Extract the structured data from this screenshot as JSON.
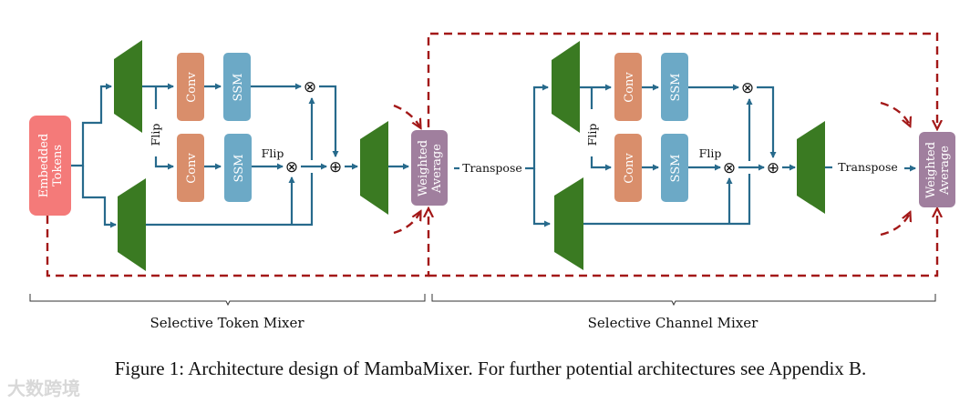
{
  "figure": {
    "caption": "Figure 1: Architecture design of MambaMixer. For further potential architectures see Appendix B.",
    "watermark": "大数跨境"
  },
  "colors": {
    "embedded": "#f47a79",
    "conv": "#d98e6b",
    "ssm": "#6ca9c6",
    "projection": "#3a7a22",
    "weighted": "#a07f9e",
    "flow": "#276a8c",
    "residual": "#a31818"
  },
  "token_mixer": {
    "section_label": "Selective Token Mixer",
    "input_label_line1": "Embedded",
    "input_label_line2": "Tokens",
    "conv_top": "Conv",
    "ssm_top": "SSM",
    "conv_bottom": "Conv",
    "ssm_bottom": "SSM",
    "flip_left": "Flip",
    "flip_right": "Flip",
    "multiply_symbol": "⊗",
    "add_symbol": "⊕",
    "weighted_line1": "Weighted",
    "weighted_line2": "Average",
    "transpose": "Transpose"
  },
  "channel_mixer": {
    "section_label": "Selective Channel Mixer",
    "conv_top": "Conv",
    "ssm_top": "SSM",
    "conv_bottom": "Conv",
    "ssm_bottom": "SSM",
    "flip_left": "Flip",
    "flip_right": "Flip",
    "multiply_symbol": "⊗",
    "add_symbol": "⊕",
    "weighted_line1": "Weighted",
    "weighted_line2": "Average",
    "transpose": "Transpose"
  }
}
